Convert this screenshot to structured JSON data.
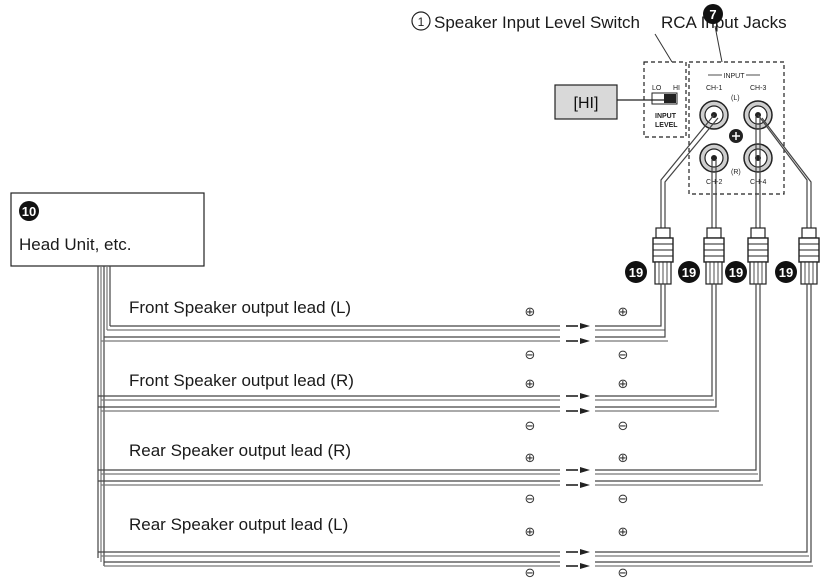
{
  "labels": {
    "speaker_input_level_switch": "Speaker Input Level Switch",
    "rca_input_jacks": "RCA Input Jacks",
    "hi_button": "[HI]",
    "head_unit": "Head Unit, etc."
  },
  "callouts": {
    "circle_1": "1",
    "circle_7": "7",
    "circle_10": "10",
    "circle_19": "19"
  },
  "panel": {
    "input": "INPUT",
    "ch1": "CH-1",
    "ch2": "CH-2",
    "ch3": "CH-3",
    "ch4": "CH-4",
    "left": "(L)",
    "right": "(R)",
    "lo": "LO",
    "hi": "HI",
    "input_level_1": "INPUT",
    "input_level_2": "LEVEL"
  },
  "leads": [
    "Front Speaker output lead (L)",
    "Front Speaker output lead (R)",
    "Rear Speaker output lead (R)",
    "Rear Speaker output lead (L)"
  ],
  "polarity": {
    "plus": "⊕",
    "minus": "⊖"
  },
  "colors": {
    "line": "#444444",
    "box_fill": "#d9d9d9",
    "callout": "#111111"
  }
}
